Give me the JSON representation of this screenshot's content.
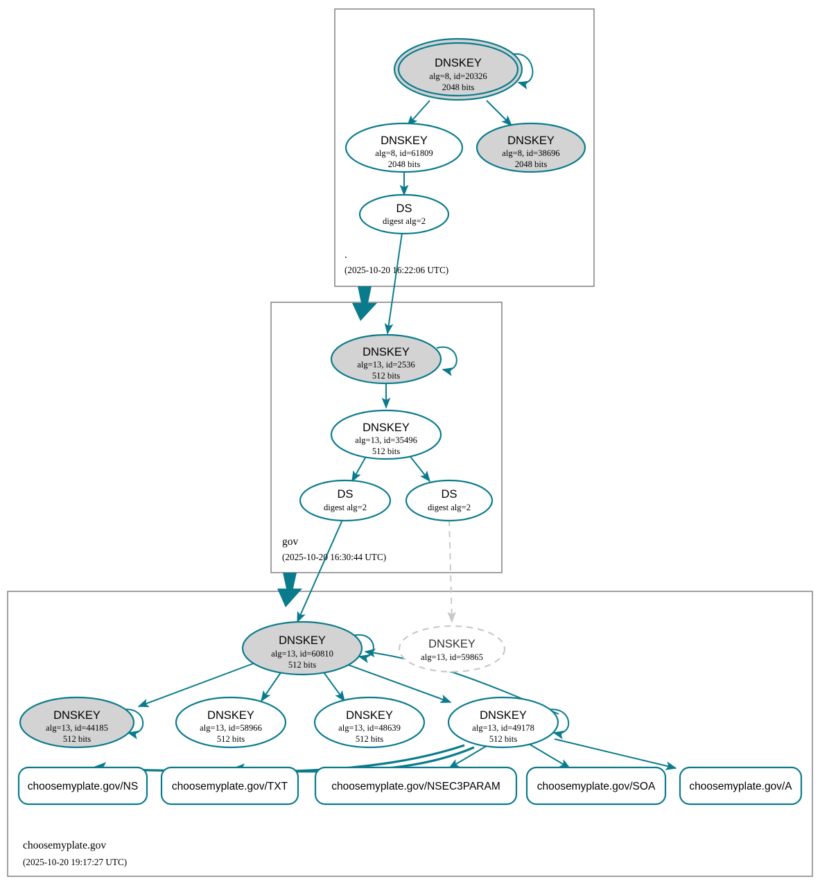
{
  "diagram": {
    "title": "DNSSEC Authentication Chain",
    "colors": {
      "accent": "#0a7b8c",
      "secure_key_fill": "#d3d3d3",
      "plain_key_fill": "#ffffff",
      "zone_border": "#888888",
      "inactive": "#c9c9c9",
      "background": "#ffffff"
    }
  },
  "zones": [
    {
      "id": "root",
      "name": ".",
      "timestamp": "(2025-10-20 16:22:06 UTC)",
      "nodes": [
        {
          "id": "root-ksk-20326",
          "type": "DNSKEY",
          "title": "DNSKEY",
          "detail": "alg=8, id=20326",
          "bits": "2048 bits",
          "alg": 8,
          "keytag": 20326,
          "keysize": 2048,
          "style": "trust-anchor",
          "fill": "filled",
          "double_ellipse": true,
          "self_signed": true
        },
        {
          "id": "root-zsk-61809",
          "type": "DNSKEY",
          "title": "DNSKEY",
          "detail": "alg=8, id=61809",
          "bits": "2048 bits",
          "alg": 8,
          "keytag": 61809,
          "keysize": 2048,
          "style": "normal",
          "fill": "hollow",
          "double_ellipse": false,
          "self_signed": false
        },
        {
          "id": "root-key-38696",
          "type": "DNSKEY",
          "title": "DNSKEY",
          "detail": "alg=8, id=38696",
          "bits": "2048 bits",
          "alg": 8,
          "keytag": 38696,
          "keysize": 2048,
          "style": "normal",
          "fill": "filled",
          "double_ellipse": false,
          "self_signed": false
        },
        {
          "id": "root-ds-gov",
          "type": "DS",
          "title": "DS",
          "detail": "digest alg=2",
          "bits": "",
          "digest_alg": 2,
          "style": "normal",
          "fill": "hollow",
          "double_ellipse": false,
          "self_signed": false
        }
      ]
    },
    {
      "id": "gov",
      "name": "gov",
      "timestamp": "(2025-10-20 16:30:44 UTC)",
      "nodes": [
        {
          "id": "gov-ksk-2536",
          "type": "DNSKEY",
          "title": "DNSKEY",
          "detail": "alg=13, id=2536",
          "bits": "512 bits",
          "alg": 13,
          "keytag": 2536,
          "keysize": 512,
          "style": "normal",
          "fill": "filled",
          "double_ellipse": false,
          "self_signed": true
        },
        {
          "id": "gov-zsk-35496",
          "type": "DNSKEY",
          "title": "DNSKEY",
          "detail": "alg=13, id=35496",
          "bits": "512 bits",
          "alg": 13,
          "keytag": 35496,
          "keysize": 512,
          "style": "normal",
          "fill": "hollow",
          "double_ellipse": false,
          "self_signed": false
        },
        {
          "id": "gov-ds-a",
          "type": "DS",
          "title": "DS",
          "detail": "digest alg=2",
          "bits": "",
          "digest_alg": 2,
          "style": "normal",
          "fill": "hollow",
          "double_ellipse": false,
          "self_signed": false
        },
        {
          "id": "gov-ds-b",
          "type": "DS",
          "title": "DS",
          "detail": "digest alg=2",
          "bits": "",
          "digest_alg": 2,
          "style": "normal",
          "fill": "hollow",
          "double_ellipse": false,
          "self_signed": false
        }
      ]
    },
    {
      "id": "choosemyplate",
      "name": "choosemyplate.gov",
      "timestamp": "(2025-10-20 19:17:27 UTC)",
      "nodes": [
        {
          "id": "cmp-ksk-60810",
          "type": "DNSKEY",
          "title": "DNSKEY",
          "detail": "alg=13, id=60810",
          "bits": "512 bits",
          "alg": 13,
          "keytag": 60810,
          "keysize": 512,
          "style": "normal",
          "fill": "filled",
          "double_ellipse": false,
          "self_signed": true
        },
        {
          "id": "cmp-key-59865",
          "type": "DNSKEY",
          "title": "DNSKEY",
          "detail": "alg=13, id=59865",
          "bits": "",
          "alg": 13,
          "keytag": 59865,
          "style": "inactive",
          "fill": "ghost",
          "double_ellipse": false,
          "self_signed": false
        },
        {
          "id": "cmp-key-44185",
          "type": "DNSKEY",
          "title": "DNSKEY",
          "detail": "alg=13, id=44185",
          "bits": "512 bits",
          "alg": 13,
          "keytag": 44185,
          "keysize": 512,
          "style": "normal",
          "fill": "filled",
          "double_ellipse": false,
          "self_signed": true
        },
        {
          "id": "cmp-key-58966",
          "type": "DNSKEY",
          "title": "DNSKEY",
          "detail": "alg=13, id=58966",
          "bits": "512 bits",
          "alg": 13,
          "keytag": 58966,
          "keysize": 512,
          "style": "normal",
          "fill": "hollow",
          "double_ellipse": false,
          "self_signed": false
        },
        {
          "id": "cmp-key-48639",
          "type": "DNSKEY",
          "title": "DNSKEY",
          "detail": "alg=13, id=48639",
          "bits": "512 bits",
          "alg": 13,
          "keytag": 48639,
          "keysize": 512,
          "style": "normal",
          "fill": "hollow",
          "double_ellipse": false,
          "self_signed": false
        },
        {
          "id": "cmp-key-49178",
          "type": "DNSKEY",
          "title": "DNSKEY",
          "detail": "alg=13, id=49178",
          "bits": "512 bits",
          "alg": 13,
          "keytag": 49178,
          "keysize": 512,
          "style": "normal",
          "fill": "hollow",
          "double_ellipse": false,
          "self_signed": true
        }
      ],
      "rrsets": [
        {
          "id": "rr-ns",
          "label": "choosemyplate.gov/NS"
        },
        {
          "id": "rr-txt",
          "label": "choosemyplate.gov/TXT"
        },
        {
          "id": "rr-nsec3param",
          "label": "choosemyplate.gov/NSEC3PARAM"
        },
        {
          "id": "rr-soa",
          "label": "choosemyplate.gov/SOA"
        },
        {
          "id": "rr-a",
          "label": "choosemyplate.gov/A"
        }
      ]
    }
  ]
}
